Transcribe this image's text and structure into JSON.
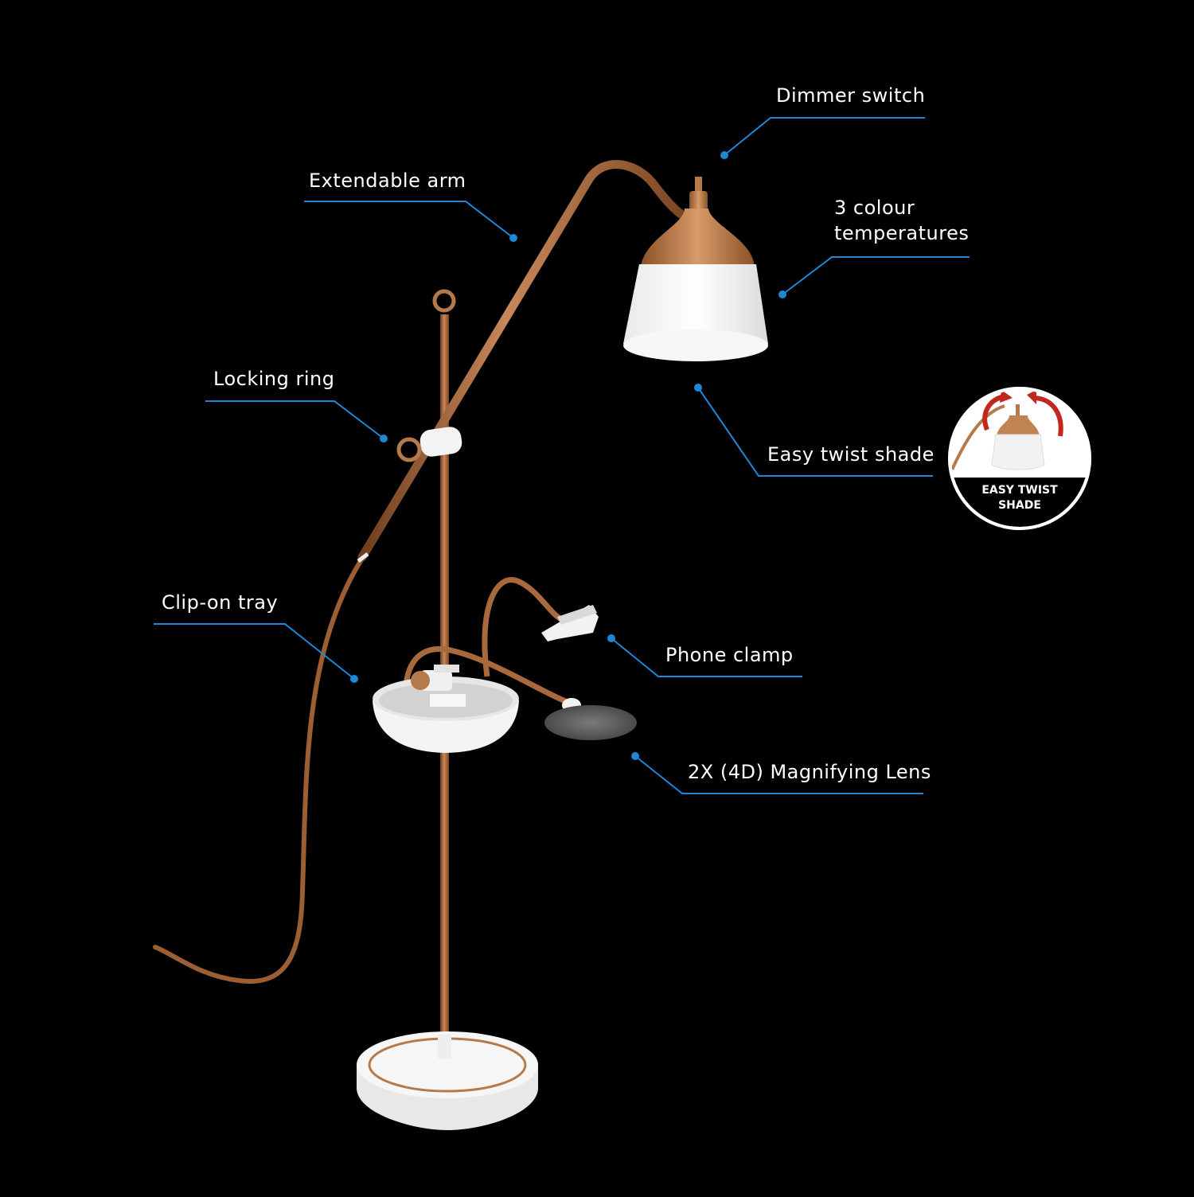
{
  "labels": {
    "dimmer_switch": "Dimmer switch",
    "extendable_arm": "Extendable arm",
    "colour_temperatures_line1": "3 colour",
    "colour_temperatures_line2": "temperatures",
    "locking_ring": "Locking ring",
    "easy_twist_shade": "Easy twist shade",
    "clip_on_tray": "Clip-on tray",
    "phone_clamp": "Phone clamp",
    "magnifying_lens": "2X (4D) Magnifying Lens"
  },
  "badge": {
    "line1": "EASY TWIST",
    "line2": "SHADE"
  },
  "colors": {
    "background": "#000000",
    "leader_line": "#1e88d6",
    "copper": "#a86a3c",
    "white_plastic": "#f2f2f2",
    "badge_arrow": "#c0281e"
  }
}
